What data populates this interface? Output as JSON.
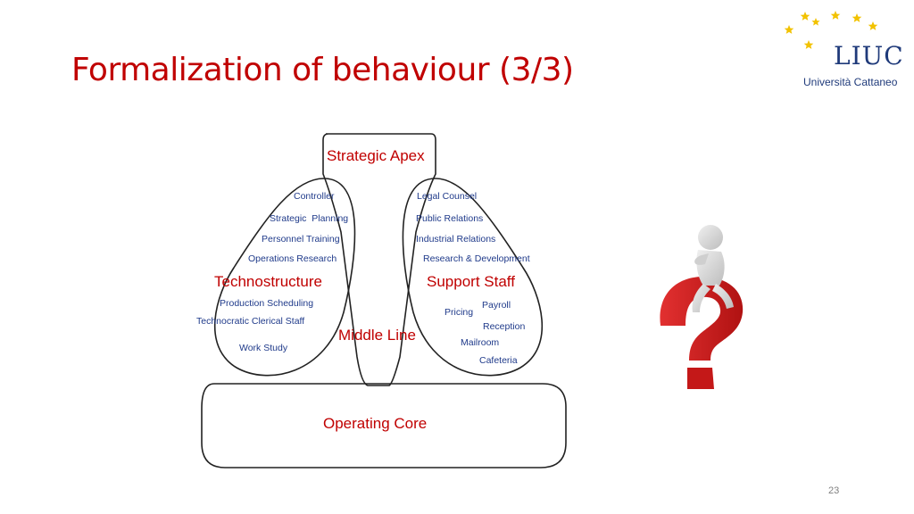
{
  "slide": {
    "title": "Formalization of behaviour (3/3)",
    "page_number": "23"
  },
  "logo": {
    "name": "LIUC",
    "subtitle": "Università Cattaneo",
    "star_color": "#f2c200",
    "text_color": "#1f3a7a"
  },
  "diagram": {
    "strategic_apex": "Strategic Apex",
    "technostructure": {
      "label": "Technostructure",
      "items": [
        "Controller",
        "Strategic  Planning",
        "Personnel Training",
        "Operations Research",
        "Production Scheduling",
        "Technocratic Clerical Staff",
        "Work Study"
      ]
    },
    "support_staff": {
      "label": "Support Staff",
      "items": [
        "Legal Counsel",
        "Public Relations",
        "Industrial Relations",
        "Research & Development",
        "Payroll",
        "Pricing",
        "Reception",
        "Mailroom",
        "Cafeteria"
      ]
    },
    "middle_line": "Middle Line",
    "operating_core": "Operating Core"
  },
  "image": {
    "icon": "thinking-person-on-question-mark-icon",
    "mark_color": "#d42020",
    "figure_color": "#d9d9d9"
  }
}
